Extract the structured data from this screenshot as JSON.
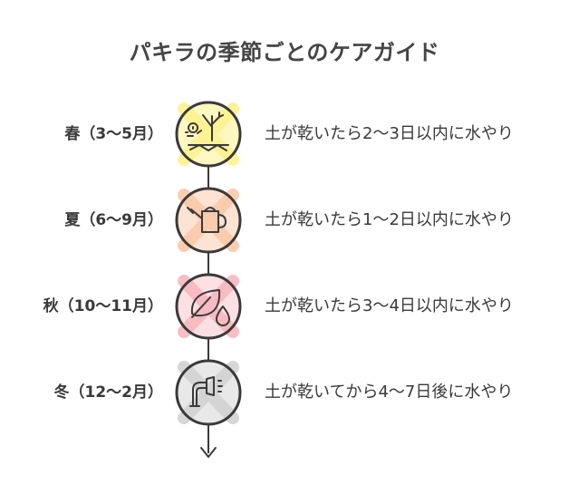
{
  "title": "パキラの季節ごとのケアガイド",
  "colors": {
    "spring_fill": "#fdf7c0",
    "spring_accent": "#fff28f",
    "summer_fill": "#fde3d2",
    "summer_accent": "#fbc9a9",
    "autumn_fill": "#fde0e3",
    "autumn_accent": "#f7b7be",
    "winter_fill": "#e8e8e8",
    "winter_accent": "#d2d2d2",
    "stroke": "#3a3a3a"
  },
  "steps": [
    {
      "season": "春（3〜5月）",
      "instruction": "土が乾いたら2〜3日以内に水やり",
      "icon": "dry-soil-plant-icon"
    },
    {
      "season": "夏（6〜9月）",
      "instruction": "土が乾いたら1〜2日以内に水やり",
      "icon": "watering-can-icon"
    },
    {
      "season": "秋（10〜11月）",
      "instruction": "土が乾いたら3〜4日以内に水やり",
      "icon": "leaf-droplet-icon"
    },
    {
      "season": "冬（12〜2月）",
      "instruction": "土が乾いてから4〜7日後に水やり",
      "icon": "shower-faucet-icon"
    }
  ]
}
